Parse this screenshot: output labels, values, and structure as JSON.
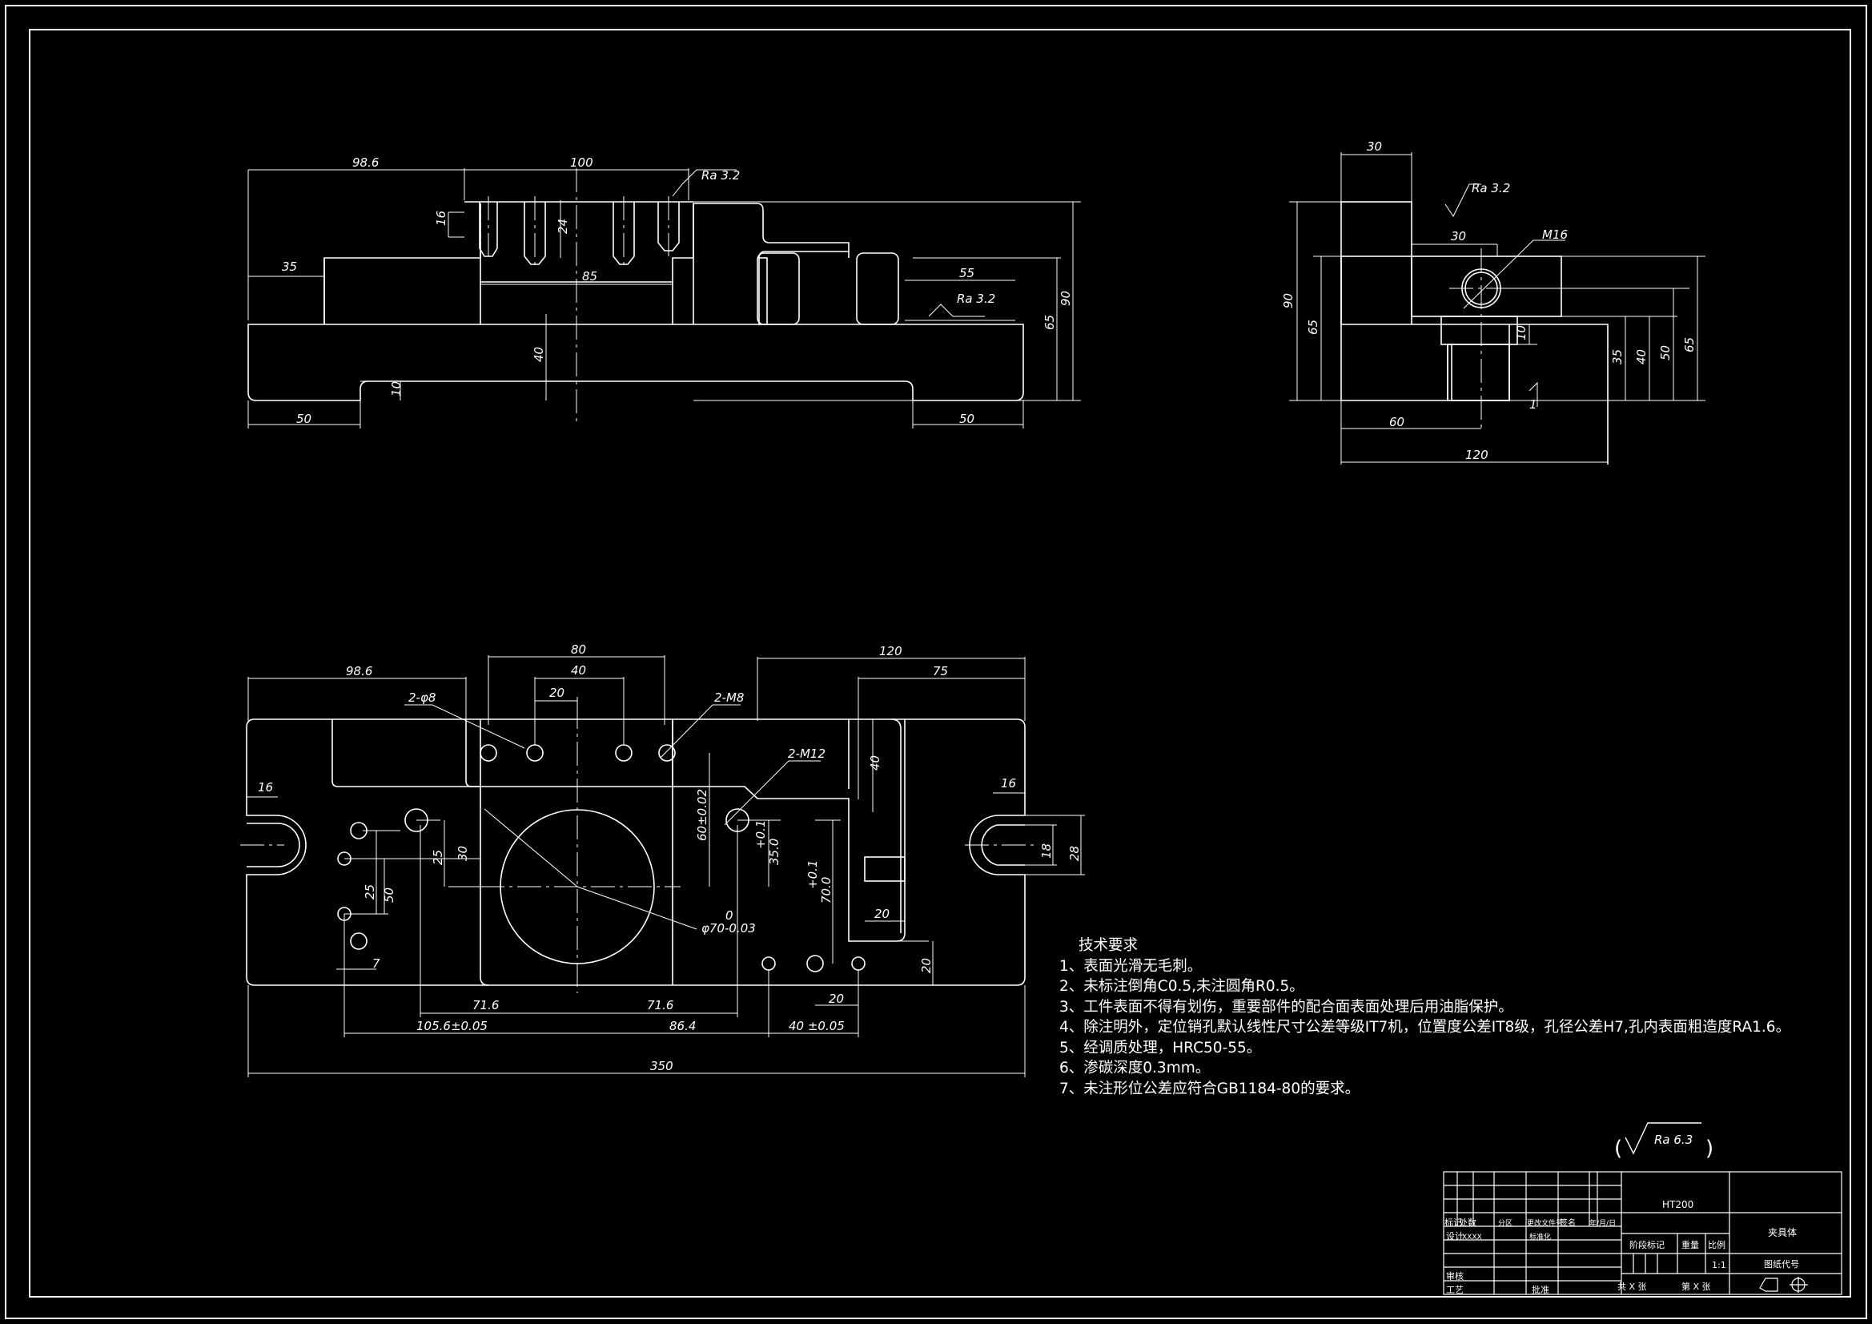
{
  "front_view": {
    "dims": [
      "98.6",
      "100",
      "Ra 3.2",
      "16",
      "24",
      "35",
      "85",
      "55",
      "Ra 3.2",
      "90",
      "65",
      "40",
      "10",
      "50",
      "50"
    ]
  },
  "side_view": {
    "dims": [
      "30",
      "Ra 3.2",
      "30",
      "M16",
      "90",
      "65",
      "10",
      "35",
      "40",
      "50",
      "65",
      "1",
      "60",
      "120"
    ]
  },
  "top_view": {
    "dims": [
      "98.6",
      "80",
      "40",
      "20",
      "2-φ8",
      "2-M8",
      "120",
      "75",
      "2-M12",
      "40",
      "16",
      "16",
      "18",
      "28",
      "25",
      "30",
      "25",
      "50",
      "60±0.02",
      "+0.1",
      "35.0",
      "+0.1",
      "70.0",
      "20",
      "20",
      "0",
      "φ70-0.03",
      "7",
      "71.6",
      "71.6",
      "20",
      "105.6±0.05",
      "86.4",
      "40 ±0.05",
      "350"
    ]
  },
  "tech_requirements": {
    "title": "技术要求",
    "items": [
      "1、表面光滑无毛刺。",
      "2、未标注倒角C0.5,未注圆角R0.5。",
      "3、工件表面不得有划伤，重要部件的配合面表面处理后用油脂保护。",
      "4、除注明外，定位销孔默认线性尺寸公差等级IT7机，位置度公差IT8级，孔径公差H7,孔内表面粗造度RA1.6。",
      "5、经调质处理，HRC50-55。",
      "6、渗碳深度0.3mm。",
      "7、未注形位公差应符合GB1184-80的要求。"
    ]
  },
  "roughness_note": {
    "open": "(",
    "value": "Ra 6.3",
    "close": ")"
  },
  "title_block": {
    "material": "HT200",
    "part_name": "夹具体",
    "drawing_no_label": "图纸代号",
    "headers": [
      "标记",
      "处数",
      "分区",
      "更改文件号",
      "签名",
      "年/月/日"
    ],
    "design": "设计",
    "design_name": "XXXX",
    "standardize": "标准化",
    "stage": "阶段标记",
    "weight": "重量",
    "scale_label": "比例",
    "scale": "1:1",
    "review": "审核",
    "process": "工艺",
    "approve": "批准",
    "total_sheets": "共 X 张",
    "sheet_no": "第 X 张"
  }
}
